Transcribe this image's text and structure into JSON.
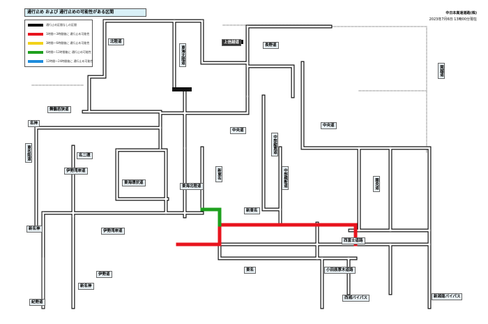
{
  "title": "通行止め および 通行止めの可能性がある区間",
  "header": {
    "org": "中日本高速道路(株)",
    "timestamp": "2023年7月6日 13時00分現在"
  },
  "legend": {
    "items": [
      {
        "color": "#000000",
        "text": "通行止め区間なしの区間"
      },
      {
        "color": "#e8141e",
        "text": "1時間～3時間後に 通行止め可能性"
      },
      {
        "color": "#f2d21a",
        "text": "3時間～6時間後に 通行止め可能性"
      },
      {
        "color": "#1ea01e",
        "text": "6時間～12時間後に 通行止め可能性"
      },
      {
        "color": "#1e8cdc",
        "text": "12時間～24時間後に 通行止め可能性"
      }
    ]
  },
  "road_labels": [
    {
      "text": "北陸道"
    },
    {
      "text": "東海北陸道"
    },
    {
      "text": "上信越道"
    },
    {
      "text": "長野道"
    },
    {
      "text": "関越道"
    },
    {
      "text": "舞鶴若狭道"
    },
    {
      "text": "名神"
    },
    {
      "text": "中央道"
    },
    {
      "text": "中部縦貫道"
    },
    {
      "text": "中央道"
    },
    {
      "text": "新東名"
    },
    {
      "text": "東名阪道"
    },
    {
      "text": "伊勢湾岸道"
    },
    {
      "text": "名二環"
    },
    {
      "text": "東海環状道"
    },
    {
      "text": "中部横断道"
    },
    {
      "text": "圏央道"
    },
    {
      "text": "新名神"
    },
    {
      "text": "伊勢湾岸道"
    },
    {
      "text": "東名"
    },
    {
      "text": "新湘南バイパス"
    },
    {
      "text": "伊勢道"
    },
    {
      "text": "紀勢道"
    },
    {
      "text": "西湘バイパス"
    },
    {
      "text": "小田原厚木道路"
    },
    {
      "text": "新東名"
    },
    {
      "text": "西富士道路"
    },
    {
      "text": "新名神"
    },
    {
      "text": "東海北陸道"
    }
  ],
  "colors": {
    "road_fill": "#ffffff",
    "road_edge": "#111111",
    "closure_red": "#e8141e",
    "caution_green": "#1ea01e",
    "connector": "#bbbbbb"
  }
}
